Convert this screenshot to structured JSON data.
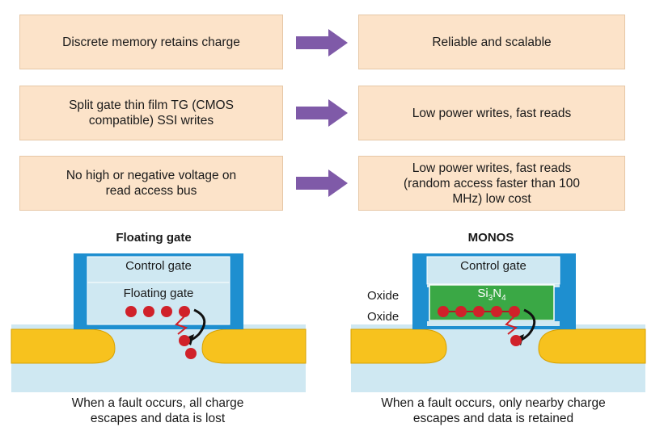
{
  "rows": [
    {
      "cause": "Discrete memory retains charge",
      "effect": "Reliable and scalable"
    },
    {
      "cause": "Split gate thin film TG (CMOS compatible) SSI writes",
      "effect": "Low power writes, fast reads"
    },
    {
      "cause": "No high or negative voltage on read access bus",
      "effect": "Low power writes, fast reads (random access faster than 100 MHz) low cost"
    }
  ],
  "floating_gate": {
    "title": "Floating gate",
    "control_gate_label": "Control gate",
    "floating_gate_label": "Floating gate",
    "caption_line1": "When a fault occurs, all charge",
    "caption_line2": "escapes and data is lost"
  },
  "monos": {
    "title": "MONOS",
    "control_gate_label": "Control gate",
    "nitride_label_main": "Si",
    "nitride_sub1": "3",
    "nitride_mid": "N",
    "nitride_sub2": "4",
    "oxide_top_label": "Oxide",
    "oxide_bottom_label": "Oxide",
    "caption_line1": "When a fault occurs, only nearby charge",
    "caption_line2": "escapes and data is retained"
  },
  "colors": {
    "box_fill": "#fce3c9",
    "arrow": "#7f5aa8",
    "substrate": "#cfe8f2",
    "diffusion": "#f7c21e",
    "gate_frame": "#1e8fd0",
    "gate_inner": "#cfe8f2",
    "nitride": "#3aa845",
    "charge": "#d0212a"
  }
}
